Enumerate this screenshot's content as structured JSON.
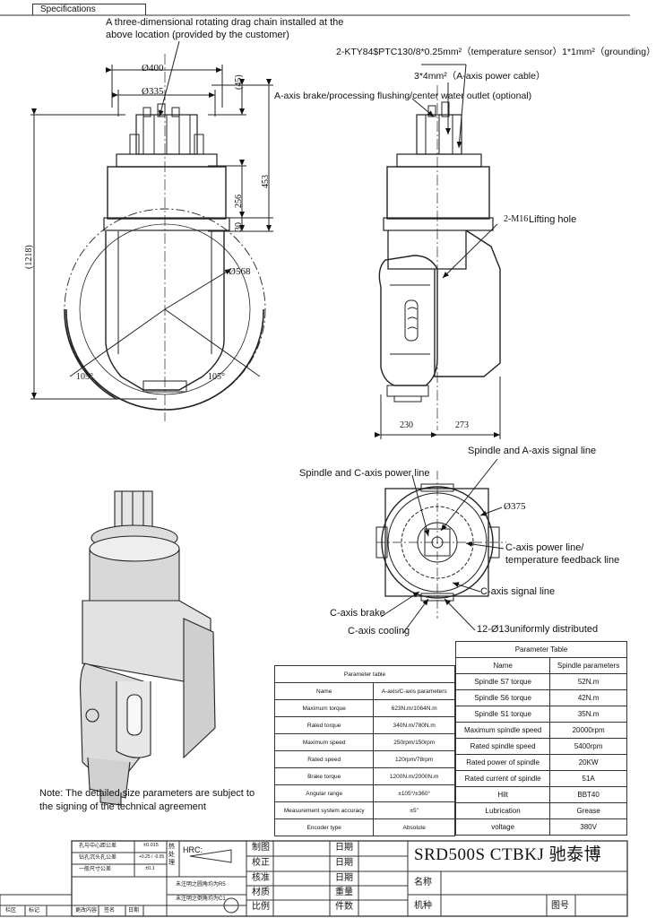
{
  "header": {
    "tab_label": "Specifications"
  },
  "annotations": {
    "drag_chain": "A three-dimensional rotating drag chain installed at the above location (provided by the customer)",
    "drag_chain_line1": "A three-dimensional rotating drag chain installed at the",
    "drag_chain_line2": "above location (provided by the customer)",
    "sensor_cable": "2-KTY84$PTC130/8*0.25mm²（temperature sensor）1*1mm²（grounding）",
    "power_cable": "3*4mm²（A-axis power cable）",
    "brake_outlet": "A-axis brake/processing flushing/center water outlet (optional)",
    "lifting_hole_code": "2-M16",
    "lifting_hole": "Lifting hole",
    "spindle_a_signal": "Spindle and A-axis signal line",
    "spindle_c_power": "Spindle and C-axis power line",
    "c_power_temp_line1": "C-axis power line/",
    "c_power_temp_line2": "temperature feedback line",
    "c_signal": "C-axis signal line",
    "c_brake": "C-axis brake",
    "c_cooling": "C-axis cooling",
    "bolt_holes": "12-Ø13uniformly distributed",
    "note_line1": "Note: The detailed size parameters are subject to",
    "note_line2": "the signing of the technical agreement"
  },
  "dimensions": {
    "d400": "Ø400",
    "d335": "Ø335",
    "d45": "(45)",
    "d256": "256",
    "d453": "453",
    "d30": "30",
    "d1218": "(1218)",
    "d568": "Ø568",
    "ang_left": "105°",
    "ang_right": "105°",
    "d230": "230",
    "d273": "273",
    "d375": "Ø375"
  },
  "spindle_table": {
    "title": "Parameter Table",
    "headers": [
      "Name",
      "Spindle parameters"
    ],
    "rows": [
      [
        "Spindle S7 torque",
        "52N.m"
      ],
      [
        "Spindle S6 torque",
        "42N.m"
      ],
      [
        "Spindle S1 torque",
        "35N.m"
      ],
      [
        "Maximum spindle speed",
        "20000rpm"
      ],
      [
        "Rated spindle speed",
        "5400rpm"
      ],
      [
        "Rated power of spindle",
        "20KW"
      ],
      [
        "Rated current of spindle",
        "51A"
      ],
      [
        "Hilt",
        "BBT40"
      ],
      [
        "Lubrication",
        "Grease"
      ],
      [
        "voltage",
        "380V"
      ]
    ]
  },
  "axis_table": {
    "title": "Parameter table",
    "headers": [
      "Name",
      "A-axis/C-axis parameters"
    ],
    "rows": [
      [
        "Maximum torque",
        "623N.m/1064N.m"
      ],
      [
        "Rated torque",
        "340N.m/780N.m"
      ],
      [
        "Maximum speed",
        "250rpm/150rpm"
      ],
      [
        "Rated speed",
        "120rpm/78rpm"
      ],
      [
        "Brake torque",
        "1200N.m/2000N.m"
      ],
      [
        "Angular range",
        "±105°/±360°"
      ],
      [
        "Measurement system accuracy",
        "±5\""
      ],
      [
        "Encoder type",
        "Absolute"
      ]
    ]
  },
  "title_block": {
    "tol_rows": [
      [
        "孔与中心距公差",
        "±0.015"
      ],
      [
        "钻孔沉头孔公差",
        "+0.25 / -0.05"
      ],
      [
        "一般尺寸公差",
        "±0.1"
      ]
    ],
    "heat_label": "热处理",
    "hrc_label": "HRC:",
    "chamfer_note1": "未注明之圆角均为R5",
    "chamfer_note2": "未注明之倒角均为C1",
    "row_labels": [
      "制图",
      "校正",
      "核准",
      "材质",
      "比例"
    ],
    "date_labels": [
      "日期",
      "日期",
      "日期",
      "重量",
      "件数"
    ],
    "model_title": "SRD500S  CTBKJ  驰泰博",
    "name_label": "名称",
    "model_label": "机种",
    "drawing_no_label": "图号",
    "bottom_labels": [
      "栏区",
      "标记",
      "更改内容",
      "签名",
      "日期"
    ]
  }
}
